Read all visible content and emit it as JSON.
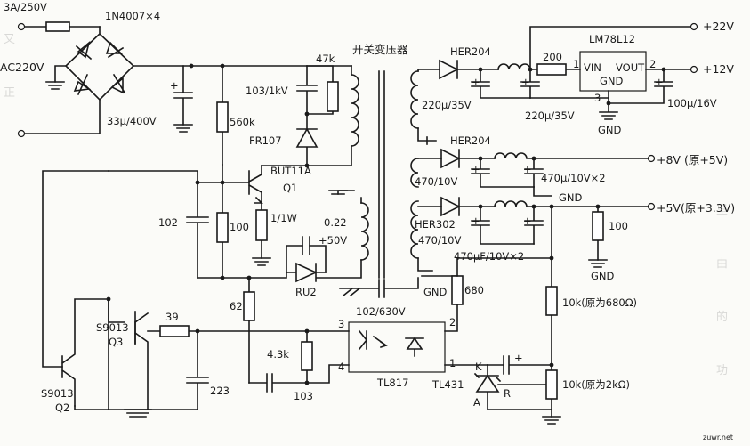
{
  "labels": {
    "fuse": "3A/250V",
    "bridge": "1N4007×4",
    "ac_input": "AC220V",
    "bulk_cap": "33μ/400V",
    "startup_res": "560k",
    "snubber_cap": "103/1kV",
    "snubber_res": "47k",
    "snubber_diode": "FR107",
    "transformer": "开关变压器",
    "q1_part": "BUT11A",
    "q1_ref": "Q1",
    "c102": "102",
    "r100_base": "100",
    "r_sense": "1/1W",
    "r_022": "0.22",
    "aux_cap": "+50V",
    "aux_diode": "RU2",
    "r62": "62",
    "y_cap": "102/630V",
    "q3_part": "S9013",
    "q3_ref": "Q3",
    "r39": "39",
    "q2_part": "S9013",
    "q2_ref": "Q2",
    "c223": "223",
    "r43k": "4.3k",
    "c103": "103",
    "opto": "TL817",
    "opto_pin3": "3",
    "opto_pin4": "4",
    "opto_pin2": "2",
    "opto_pin1": "1",
    "r680": "680",
    "tl431": "TL431",
    "tl431_k": "K",
    "tl431_a": "A",
    "tl431_r": "R",
    "r10k_top": "10k(原为680Ω)",
    "r10k_bot": "10k(原为2kΩ)",
    "d_her204_top": "HER204",
    "cap_220_out": "220μ/35V",
    "cap_220_reg": "220μ/35V",
    "r200": "200",
    "reg": "LM78L12",
    "reg_vin": "VIN",
    "reg_vout": "VOUT",
    "reg_gnd": "GND",
    "reg_pin1": "1",
    "reg_pin2": "2",
    "reg_pin3": "3",
    "cap_100_16": "100μ/16V",
    "gnd_reg": "GND",
    "out_22v": "+22V",
    "out_12v": "+12V",
    "d_her204_mid": "HER204",
    "cap_470_10": "470/10V",
    "cap_470_x2_a": "470μ/10V×2",
    "out_8v": "+8V (原+5V)",
    "gnd_mid": "GND",
    "d_her302": "HER302",
    "cap_470_10_b": "470/10V",
    "cap_470_x2_b": "470μF/10V×2",
    "r100_out": "100",
    "out_5v": "+5V(原+3.3V)",
    "gnd_out": "GND",
    "gnd_sec": "GND",
    "watermark": "zuwr.net"
  }
}
